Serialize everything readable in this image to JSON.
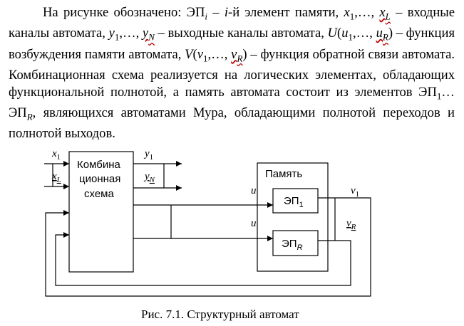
{
  "paragraph": [
    {
      "t": "На рисунке обозначено: ЭП"
    },
    {
      "t": "i",
      "sub": true,
      "it": true
    },
    {
      "t": " – "
    },
    {
      "t": "i",
      "it": true
    },
    {
      "t": "-й элемент памяти, "
    },
    {
      "t": "x",
      "it": true
    },
    {
      "t": "1",
      "sub": true
    },
    {
      "t": ",…, "
    },
    {
      "t": "x",
      "it": true,
      "sq": true
    },
    {
      "t": "L",
      "sub": true,
      "it": true,
      "sq": true
    },
    {
      "t": " – входные каналы автомата, "
    },
    {
      "t": "y",
      "it": true
    },
    {
      "t": "1",
      "sub": true
    },
    {
      "t": ",…, "
    },
    {
      "t": "y",
      "it": true,
      "sq": true
    },
    {
      "t": "N",
      "sub": true,
      "it": true,
      "sq": true
    },
    {
      "t": "  – выходные каналы автомата, "
    },
    {
      "t": "U",
      "it": true
    },
    {
      "t": "("
    },
    {
      "t": "u",
      "it": true
    },
    {
      "t": "1",
      "sub": true
    },
    {
      "t": ",…, "
    },
    {
      "t": "u",
      "it": true,
      "sq": true
    },
    {
      "t": "R",
      "sub": true,
      "it": true,
      "sq": true
    },
    {
      "t": ") – функция возбуждения памяти автомата, "
    },
    {
      "t": "V",
      "it": true
    },
    {
      "t": "("
    },
    {
      "t": "v",
      "it": true
    },
    {
      "t": "1",
      "sub": true
    },
    {
      "t": ",…, "
    },
    {
      "t": "v",
      "it": true,
      "sq": true
    },
    {
      "t": "R",
      "sub": true,
      "it": true,
      "sq": true
    },
    {
      "t": ") – функция обратной связи автомата. Комбинационная схема реализуется на логических элементах, обладающих функциональной полнотой, а память автомата состоит из элементов ЭП"
    },
    {
      "t": "1",
      "sub": true
    },
    {
      "t": "…ЭП"
    },
    {
      "t": "R",
      "sub": true,
      "it": true
    },
    {
      "t": ", являющихся автоматами Мура, обладающими полнотой переходов и полнотой выходов."
    }
  ],
  "diagram": {
    "comb_label": [
      "Комбина",
      "ционная",
      "схема"
    ],
    "memory_label": "Память",
    "ep1": {
      "base": "ЭП",
      "sub": "1"
    },
    "epR": {
      "base": "ЭП",
      "sub": "R"
    },
    "x1": {
      "base": "x",
      "sub": "1"
    },
    "xL": {
      "base": "x",
      "sub": "L"
    },
    "y1": {
      "base": "y",
      "sub": "1"
    },
    "yN": {
      "base": "y",
      "sub": "N"
    },
    "u_top": "u",
    "u_bottom": "u",
    "v1": {
      "base": "v",
      "sub": "1"
    },
    "vR": {
      "base": "v",
      "sub": "R"
    }
  },
  "caption": "Рис. 7.1. Структурный автомат"
}
